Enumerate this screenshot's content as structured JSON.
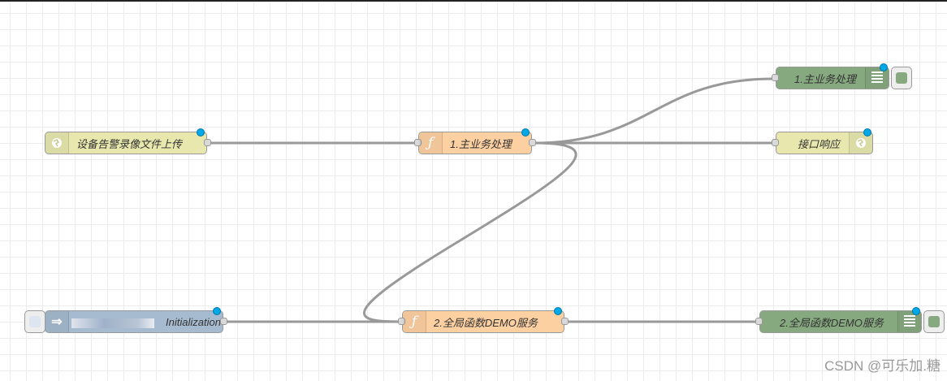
{
  "nodes": {
    "http_in": {
      "label": "设备告警录像文件上传",
      "color": "#e7e7ae",
      "icon": "globe-icon"
    },
    "func_main": {
      "label": "1.主业务处理",
      "color": "#fdd0a2",
      "icon": "function-icon",
      "symbol": "ƒ"
    },
    "debug_main": {
      "label": "1.主业务处理",
      "color": "#87a980",
      "icon": "list-icon"
    },
    "http_resp": {
      "label": "接口响应",
      "color": "#e7e7ae",
      "icon": "globe-icon"
    },
    "link_in": {
      "label": "Initialization",
      "color": "#a6bbcf",
      "icon": "link-in-icon",
      "symbol": "⇒"
    },
    "func_demo": {
      "label": "2.全局函数DEMO服务",
      "color": "#fdd0a2",
      "icon": "function-icon",
      "symbol": "ƒ"
    },
    "debug_demo": {
      "label": "2.全局函数DEMO服务",
      "color": "#87a980",
      "icon": "list-icon"
    }
  },
  "watermark": "CSDN @可乐加.糖"
}
